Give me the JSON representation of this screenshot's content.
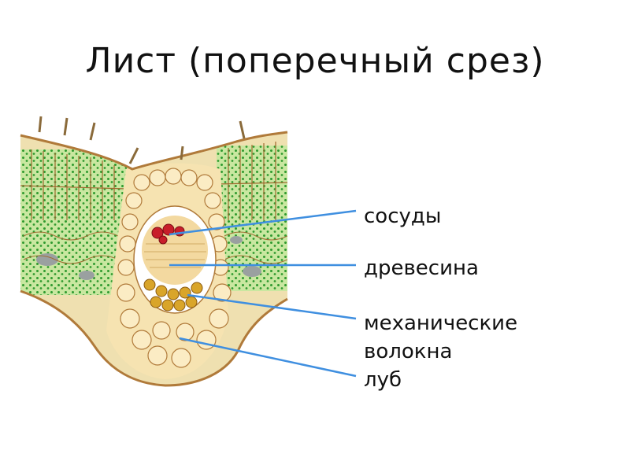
{
  "title": "Лист (поперечный срез)",
  "labels": {
    "vessels": "сосуды",
    "wood": "древесина",
    "mechanical_line1": "механические",
    "mechanical_line2": "волокна",
    "bast": "луб"
  },
  "colors": {
    "pointer_line": "#3f8fe0",
    "cell_fill": "#f8e6b4",
    "cell_border": "#b07a3a",
    "chlorenchyma": "#c5e59a",
    "chloroplast": "#2f9a2f",
    "vessel": "#c81e2a",
    "wood": "#f3d9a0",
    "mechanical_fiber": "#d9a52a"
  }
}
